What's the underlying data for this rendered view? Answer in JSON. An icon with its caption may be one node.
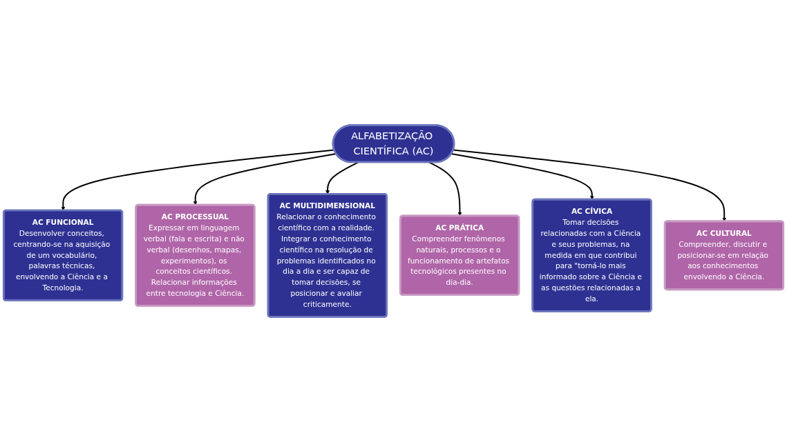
{
  "diagram": {
    "nodes": [
      {
        "text": [
          "AC FUNCIONAL",
          "Desenvolver conceitos, centrando-se na aquisição de um vocabulário, palavras técnicas, envolvendo a Ciência e a Tecnologia."
        ]
      },
      {
        "text": [
          "AC PROCESSUAL",
          "Expressar em linguagem verbal (fala e escrita) e não verbal (desenhos, mapas, experimentos), os conceitos científicos. Relacionar informações entre tecnologia e Ciência."
        ]
      },
      {
        "text": [
          "AC MULTIDIMENSIONAL",
          "Relacionar o conhecimento científico com a realidade. Integrar o conhecimento científico na resolução de problemas identificados no dia a dia e ser capaz de tomar decisões, se posicionar e avaliar criticamente."
        ]
      },
      {
        "text": [
          "ALFABETIZAÇÃO CIENTÍFICA (AC)"
        ]
      },
      {
        "text": [
          "AC PRÁTICA",
          "Compreender fenômenos naturais, processos e o funcionamento de artefatos tecnológicos presentes no dia-dia."
        ]
      },
      {
        "text": [
          "AC CÍVICA",
          "Tomar decisões relacionadas com a Ciência e seus problemas, na medida em que contribui para \"torná-lo mais informado sobre a Ciência e as questões relacionadas a ela."
        ]
      },
      {
        "text": [
          "AC CULTURAL",
          "Compreender, discutir e posicionar-se em relação aos conhecimentos envolvendo a Ciência."
        ]
      }
    ],
    "edges": [
      {
        "from": 3,
        "to": 0,
        "arrow": "to"
      },
      {
        "from": 3,
        "to": 1,
        "arrow": "to"
      },
      {
        "from": 3,
        "to": 2,
        "arrow": "to"
      },
      {
        "from": 3,
        "to": 4,
        "arrow": "to"
      },
      {
        "from": 3,
        "to": 5,
        "arrow": "to"
      },
      {
        "from": 3,
        "to": 6,
        "arrow": "to"
      }
    ]
  }
}
